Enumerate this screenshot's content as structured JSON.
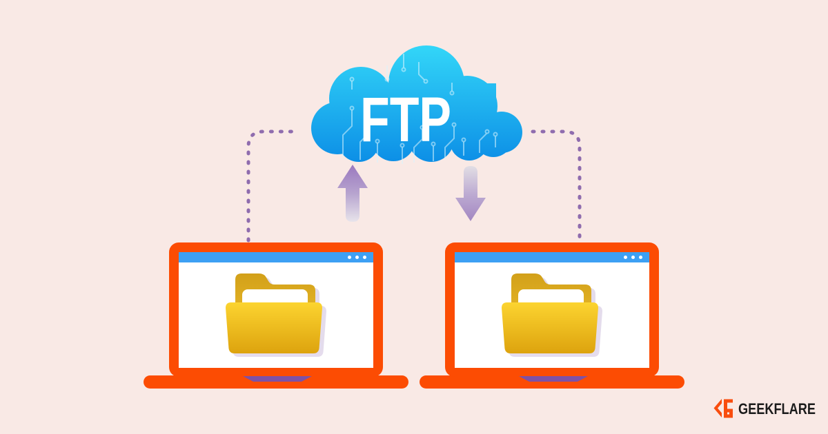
{
  "page": {
    "background_color": "#f9e9e5"
  },
  "cloud": {
    "label": "FTP",
    "color_top": "#33d6f8",
    "color_bottom": "#0c8ee6",
    "pattern": "circuit-traces"
  },
  "connectors": {
    "style": "dotted",
    "color": "#8f6cae",
    "left": "laptop-left-to-cloud",
    "right": "cloud-to-laptop-right"
  },
  "arrows": {
    "upload_direction": "up",
    "download_direction": "down",
    "purple": "#9a77be",
    "fade": "#eae7ec"
  },
  "laptops": {
    "count": 2,
    "frame_color": "#fc4c03",
    "titlebar_color": "#3da0f4",
    "titlebar_dots": 3,
    "hinge_color": "#7e52a6",
    "screen_content": "open-folder-icon",
    "folder_front_top": "#fcd430",
    "folder_front_bottom": "#dda30e",
    "folder_back": "#d8a81d",
    "folder_shadow": "#cfc0de"
  },
  "brand": {
    "name": "GEEKFLARE",
    "icon": "geekflare-mark",
    "icon_color": "#f94d0e",
    "text_color": "#1c1c1c"
  }
}
